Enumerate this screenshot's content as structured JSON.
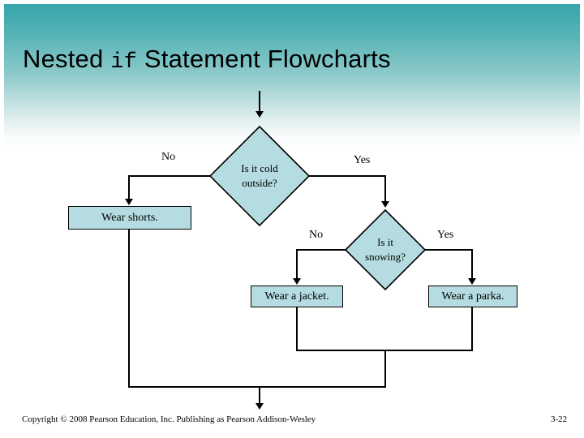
{
  "slide": {
    "title_prefix": "Nested ",
    "title_mono": "if",
    "title_suffix": " Statement Flowcharts",
    "background_top_color": "#36a6ab",
    "background_bottom_color": "#ffffff"
  },
  "flowchart": {
    "shape_fill_color": "#b5dce0",
    "shape_border_color": "#000000",
    "line_color": "#000000",
    "decisions": [
      {
        "id": "cold",
        "line1": "Is it cold",
        "line2": "outside?"
      },
      {
        "id": "snowing",
        "line1": "Is it",
        "line2": "snowing?"
      }
    ],
    "processes": [
      {
        "id": "shorts",
        "label": "Wear shorts."
      },
      {
        "id": "jacket",
        "label": "Wear a jacket."
      },
      {
        "id": "parka",
        "label": "Wear a parka."
      }
    ],
    "edge_labels": [
      {
        "id": "cold-no",
        "label": "No"
      },
      {
        "id": "cold-yes",
        "label": "Yes"
      },
      {
        "id": "snowing-no",
        "label": "No"
      },
      {
        "id": "snowing-yes",
        "label": "Yes"
      }
    ]
  },
  "footer": {
    "copyright": "Copyright © 2008 Pearson Education, Inc. Publishing as Pearson Addison-Wesley",
    "page_number": "3-22"
  }
}
